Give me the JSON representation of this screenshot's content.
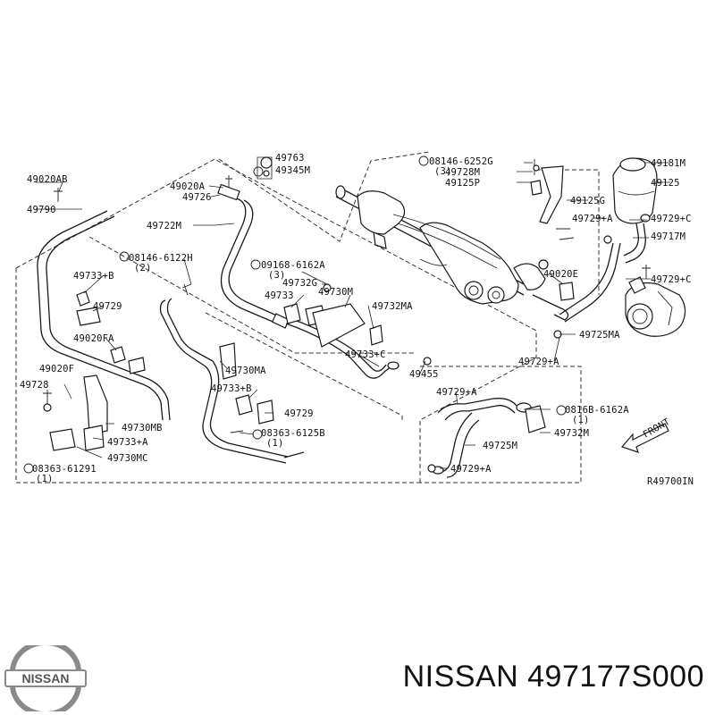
{
  "brand": {
    "name": "NISSAN",
    "logo_text": "NISSAN"
  },
  "caption": "NISSAN 497177S000",
  "diagram_code": "R49700IN",
  "front_label": "FRONT",
  "labels": [
    "49020AB",
    "49790",
    "49020A",
    "49726",
    "49722M",
    "49763",
    "49345M",
    "08146-6252G",
    "(3)",
    "49728M",
    "49125P",
    "49181M",
    "49125",
    "49125G",
    "49729+A",
    "49729+C",
    "49717M",
    "08146-6122H",
    "(2)",
    "09168-6162A",
    "(3)",
    "49733+B",
    "49729",
    "49732G",
    "49730M",
    "49733",
    "49732MA",
    "49020E",
    "49729+C",
    "49020FA",
    "49725MA",
    "49733+C",
    "49729+A",
    "49730MA",
    "49455",
    "49020F",
    "49728",
    "49733+B",
    "49729",
    "49729+A",
    "0816B-6162A",
    "(1)",
    "49730MB",
    "08363-6125B",
    "(1)",
    "49733+A",
    "49725M",
    "49732M",
    "49730MC",
    "08363-61291",
    "(1)",
    "49729+A"
  ]
}
